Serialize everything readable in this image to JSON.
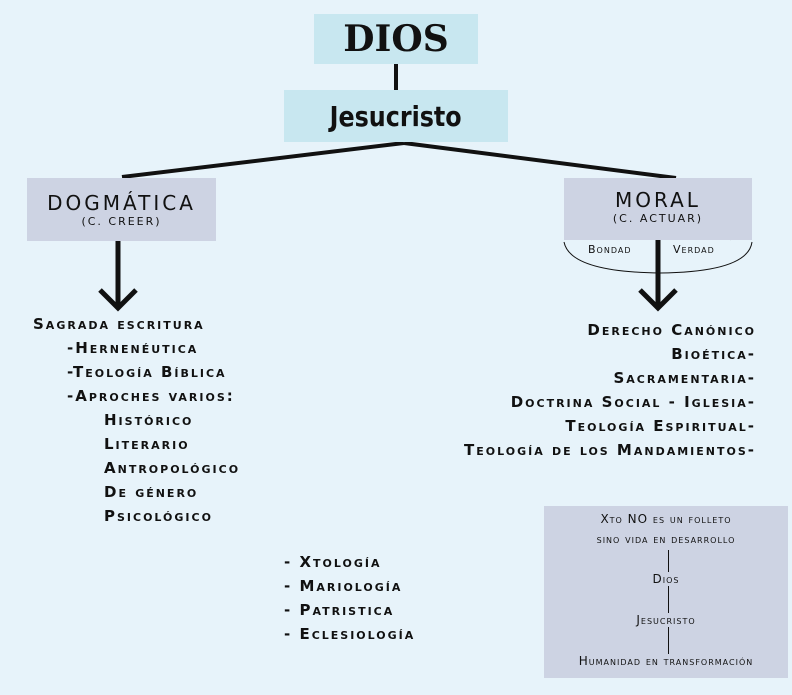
{
  "top": "DIOS",
  "second": "Jesucristo",
  "dogmatica": {
    "title": "DOGMÁTICA",
    "sub": "(C. CREER)",
    "items": [
      "Sagrada escritura",
      "-Hernenéutica",
      "-Teología Bíblica",
      "-Aproches varios:"
    ],
    "subitems": [
      "Histórico",
      "Literario",
      "Antropológico",
      "De género",
      "Psicológico"
    ]
  },
  "moral": {
    "title": "MORAL",
    "sub": "(C. ACTUAR)",
    "left": "Bondad",
    "right": "Verdad",
    "items": [
      "Derecho Canónico",
      "Bioética-",
      "Sacramentaria-",
      "Doctrina Social - Iglesia-",
      "Teología Espiritual-",
      "Teología de los Mandamientos-"
    ]
  },
  "middle": [
    "- Xtología",
    "- Mariología",
    "- Patristica",
    "- Eclesiología"
  ],
  "note": {
    "line1": "Xto NO es un folleto",
    "line2": "sino vida en desarrollo",
    "a": "Dios",
    "b": "Jesucristo",
    "c": "Humanidad en transformación"
  }
}
